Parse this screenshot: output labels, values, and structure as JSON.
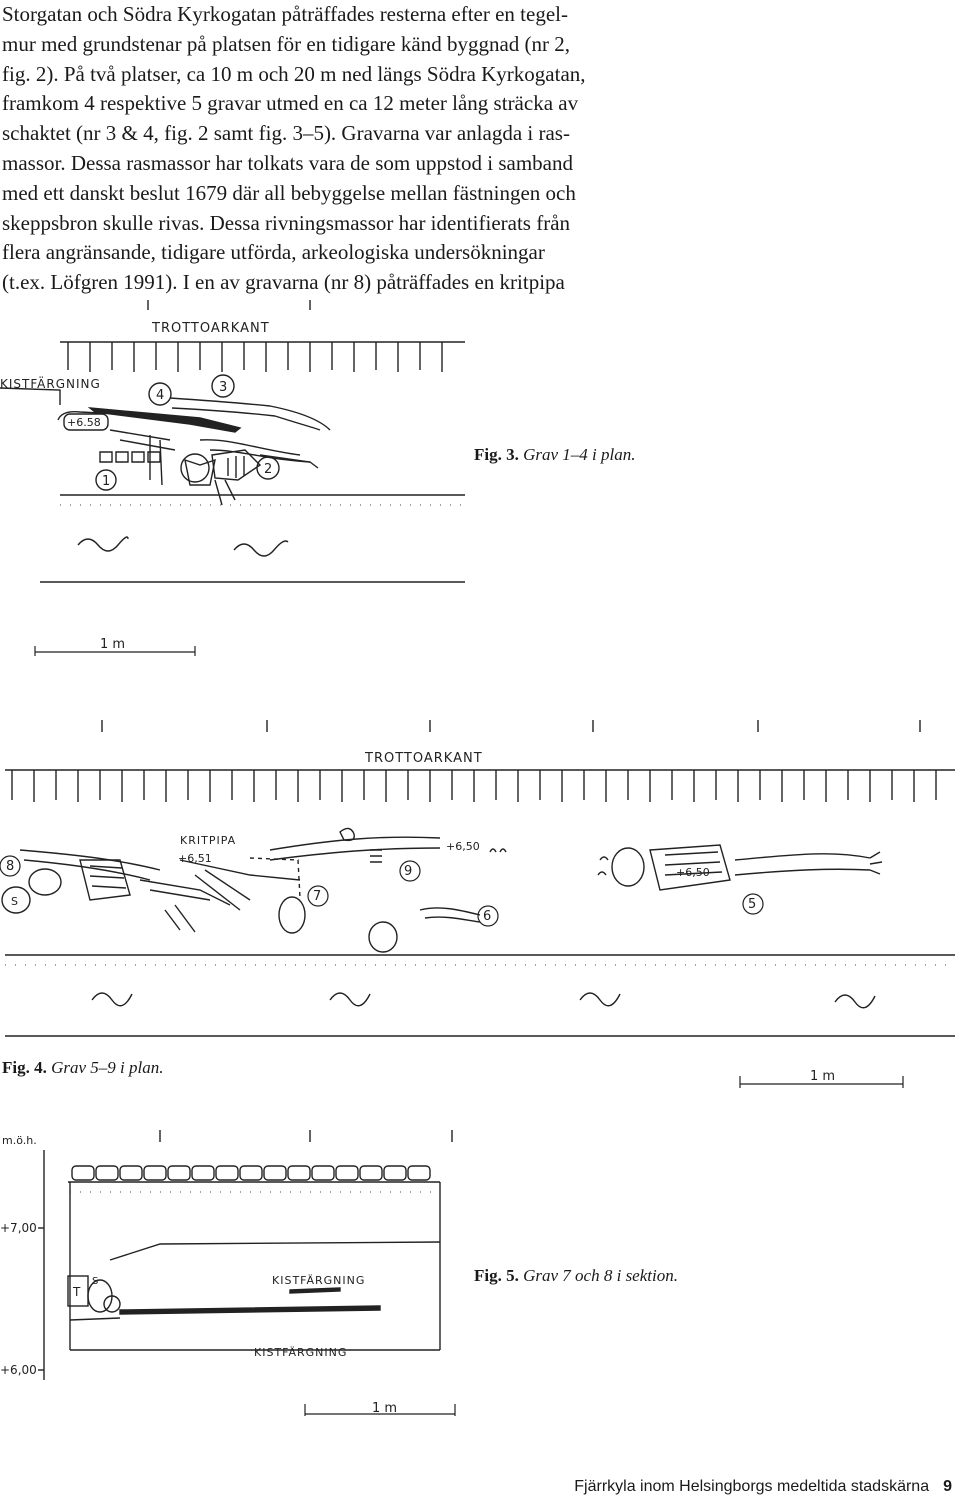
{
  "body_lines": [
    "Storgatan och Södra Kyrkogatan påträffades resterna efter en tegel-",
    "mur med grundstenar på platsen för en tidigare känd byggnad (nr 2,",
    "fig. 2). På två platser, ca 10 m och 20 m ned längs Södra Kyrkogatan,",
    "framkom 4 respektive 5 gravar utmed en ca 12 meter lång sträcka av",
    "schaktet (nr 3 & 4, fig. 2 samt fig. 3–5). Gravarna var anlagda i ras-",
    "massor. Dessa rasmassor har tolkats vara de som uppstod i samband",
    "med ett danskt beslut 1679 där all bebyggelse mellan fästningen och",
    "skeppsbron skulle rivas. Dessa rivningsmassor har identifierats från",
    "flera angränsande, tidigare utförda, arkeologiska undersökningar",
    "(t.ex. Löfgren 1991). I en av gravarna (nr 8) påträffades en kritpipa"
  ],
  "fig3": {
    "caption_label": "Fig. 3.",
    "caption_text": "Grav 1–4 i plan.",
    "label_trottoarkant": "TROTTOARKANT",
    "label_kistfargning": "KISTFÄRGNING",
    "elevation": "+6.58",
    "grave_numbers": [
      "1",
      "2",
      "3",
      "4"
    ],
    "scale_label": "1 m"
  },
  "fig4": {
    "caption_label": "Fig. 4.",
    "caption_text": "Grav 5–9 i plan.",
    "label_trottoarkant": "TROTTOARKANT",
    "label_kritpipa": "KRITPIPA",
    "elevation_651": "+6,51",
    "elevation_650a": "+6,50",
    "elevation_650b": "+6,50",
    "grave_numbers": [
      "5",
      "6",
      "7",
      "8",
      "9"
    ],
    "marker_s": "S",
    "scale_label": "1 m"
  },
  "fig5": {
    "caption_label": "Fig. 5.",
    "caption_text": "Grav 7 och 8 i sektion.",
    "label_moh": "m.ö.h.",
    "level_700": "+7,00",
    "level_600": "+6,00",
    "label_kistfargning_1": "KISTFÄRGNING",
    "label_kistfargning_2": "KISTFÄRGNING",
    "marker_t": "T",
    "marker_s": "S",
    "scale_label": "1 m"
  },
  "footer": {
    "running_title": "Fjärrkyla inom Helsingborgs medeltida stadskärna",
    "page_number": "9"
  }
}
